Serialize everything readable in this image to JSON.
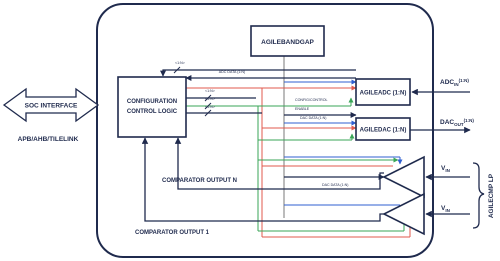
{
  "blocks": {
    "bandgap": "AGILEBANDGAP",
    "config_line1": "CONFIGURATION",
    "config_line2": "CONTROL LOGIC",
    "adc": "AGILEADC (1:N)",
    "dac": "AGILEDAC (1:N)"
  },
  "soc": {
    "label": "SOC INTERFACE",
    "bus": "APB/AHB/TILELINK"
  },
  "signals": {
    "adc_data": "ADC DATA (1:N)",
    "config_control": "CONFIG/CONTROL",
    "enable": "ENABLE",
    "dac_data_a": "DAC DATA (1:N)",
    "dac_data_b": "DAC DATA (1:N)",
    "bus_a": "<1:N>",
    "bus_b": "<1:N>",
    "bus_c": "<1:N>",
    "bus_d": "<1:N>",
    "comp_n": "COMPARATOR OUTPUT N",
    "comp_1": "COMPARATOR OUTPUT 1"
  },
  "io": {
    "adc_in_base": "ADC",
    "adc_in_sub": "IN",
    "adc_in_sup": "(1:N)",
    "dac_out_base": "DAC",
    "dac_out_sub": "OUT",
    "dac_out_sup": "(1:N)",
    "vin_base": "V",
    "vin_sub": "IN",
    "agilecmp": "AGILECMP LP"
  },
  "colors": {
    "navy": "#1f2a4d",
    "red": "#e05a4e",
    "green": "#3aa657",
    "blue": "#2f5fd0",
    "gray": "#7a7a7a"
  }
}
